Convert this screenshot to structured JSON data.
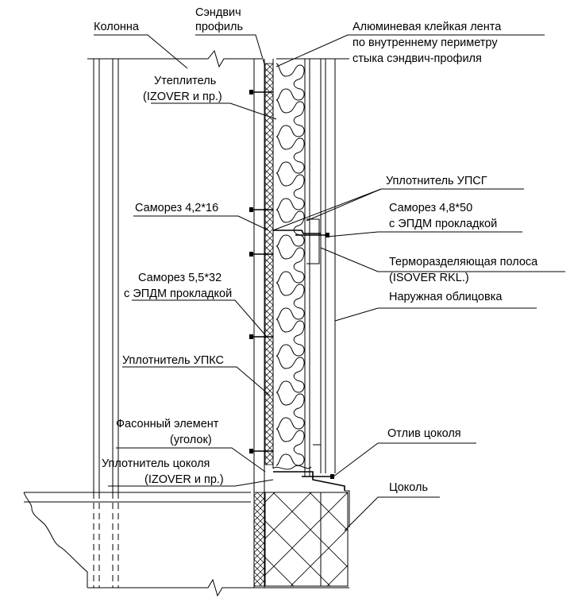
{
  "labels": {
    "column": "Колонна",
    "sandwich_profile_1": "Сэндвич",
    "sandwich_profile_2": "профиль",
    "tape_1": "Алюминевая клейкая лента",
    "tape_2": "по внутреннему периметру",
    "tape_3": "стыка сэндвич-профиля",
    "insulation_1": "Утеплитель",
    "insulation_2": "(IZOVER и пр.)",
    "upsg_seal": "Уплотнитель УПСГ",
    "screw_42_16": "Саморез 4,2*16",
    "screw_48_50_1": "Саморез 4,8*50",
    "screw_48_50_2": "с ЭПДМ прокладкой",
    "thermal_strip_1": "Терморазделяющая полоса",
    "thermal_strip_2": "(ISOVER RKL.)",
    "screw_55_32_1": "Саморез 5,5*32",
    "screw_55_32_2": "с ЭПДМ прокладкой",
    "outer_cladding": "Наружная облицовка",
    "upks_seal": "Уплотнитель УПКС",
    "shaped_element_1": "Фасонный элемент",
    "shaped_element_2": "(уголок)",
    "plinth_drip": "Отлив цоколя",
    "plinth_seal_1": "Уплотнитель цоколя",
    "plinth_seal_2": "(IZOVER и пр.)",
    "plinth": "Цоколь"
  }
}
